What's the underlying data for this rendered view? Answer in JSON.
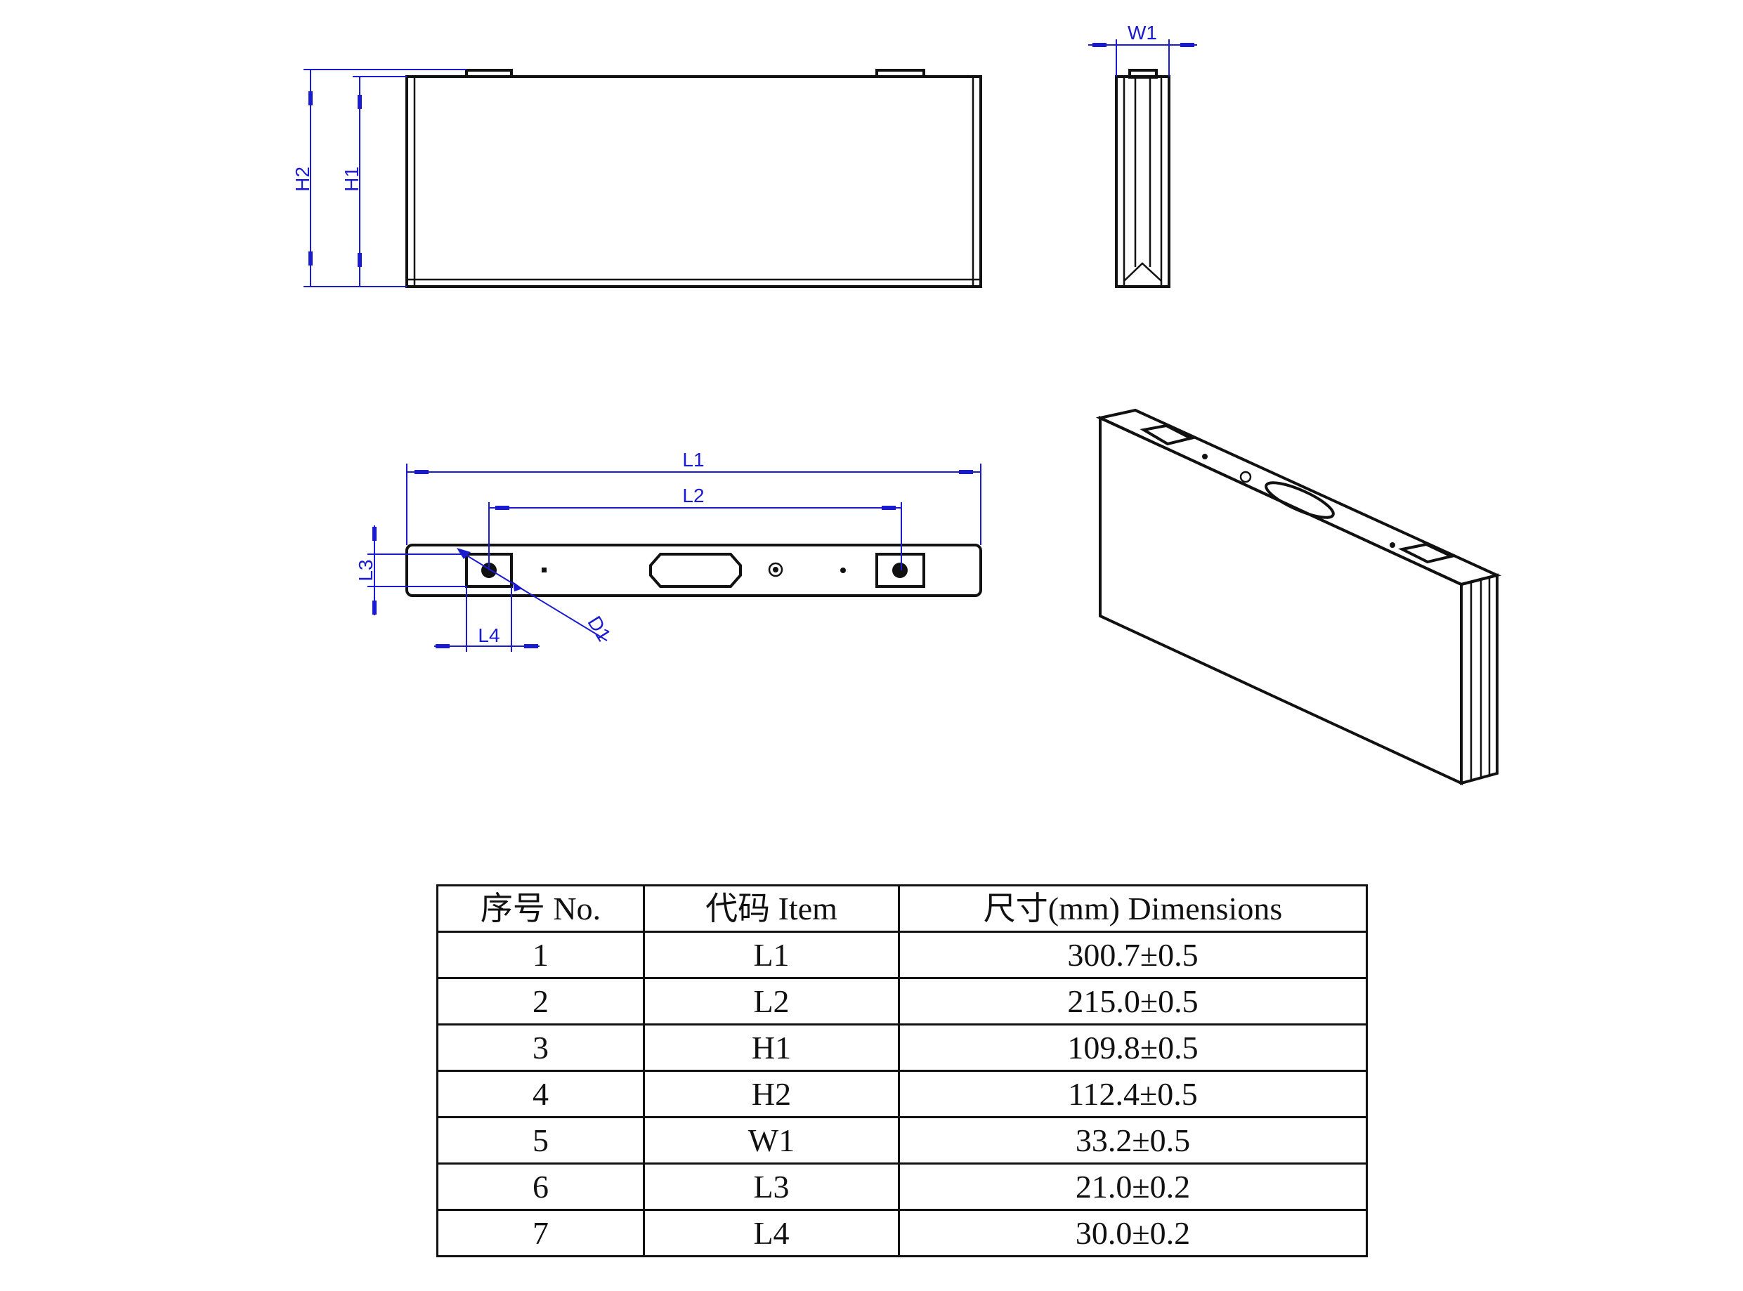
{
  "drawing": {
    "dimension_labels": {
      "H1": "H1",
      "H2": "H2",
      "W1": "W1",
      "L1": "L1",
      "L2": "L2",
      "L3": "L3",
      "L4": "L4",
      "D1": "D1"
    },
    "colors": {
      "outline": "#111111",
      "dimension": "#1a1ad0"
    }
  },
  "table": {
    "headers": [
      "序号  No.",
      "代码  Item",
      "尺寸(mm) Dimensions"
    ],
    "rows": [
      [
        "1",
        "L1",
        "300.7±0.5"
      ],
      [
        "2",
        "L2",
        "215.0±0.5"
      ],
      [
        "3",
        "H1",
        "109.8±0.5"
      ],
      [
        "4",
        "H2",
        "112.4±0.5"
      ],
      [
        "5",
        "W1",
        "33.2±0.5"
      ],
      [
        "6",
        "L3",
        "21.0±0.2"
      ],
      [
        "7",
        "L4",
        "30.0±0.2"
      ]
    ]
  }
}
